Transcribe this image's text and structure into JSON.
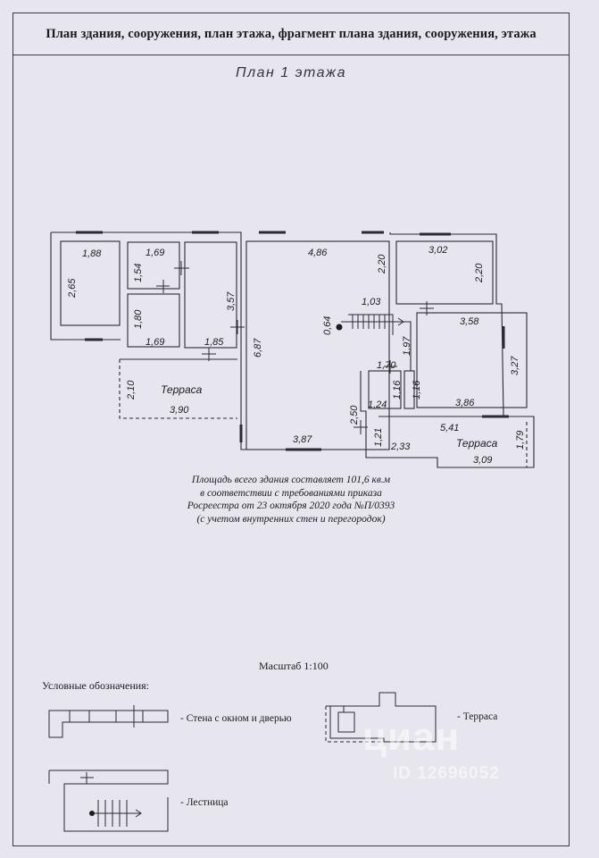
{
  "header": {
    "title": "План здания, сооружения, план этажа, фрагмент плана здания, сооружения, этажа"
  },
  "plan": {
    "subtitle": "План 1 этажа",
    "dimensions": {
      "d188": "1,88",
      "d265": "2,65",
      "d169a": "1,69",
      "d154": "1,54",
      "d180": "1,80",
      "d169b": "1,69",
      "d357": "3,57",
      "d185": "1,85",
      "d486": "4,86",
      "d220a": "2,20",
      "d103": "1,03",
      "d064": "0,64",
      "d687": "6,87",
      "d302": "3,02",
      "d220b": "2,20",
      "d358": "3,58",
      "d327": "3,27",
      "d197": "1,97",
      "d170": "1,70",
      "d116a": "1,16",
      "d116b": "1,16",
      "d124": "1,24",
      "d386": "3,86",
      "d250": "2,50",
      "d210": "2,10",
      "d390": "3,90",
      "d387": "3,87",
      "d121": "1,21",
      "d541": "5,41",
      "d233": "2,33",
      "d179": "1,79",
      "d309": "3,09"
    },
    "terrace_left": "Терраса",
    "terrace_right": "Терраса"
  },
  "area_note": [
    "Площадь всего здания составляет 101,6 кв.м",
    "в соответствии с требованиями приказа",
    "Росреестра от 23 октября 2020 года №П/0393",
    "(с учетом внутренних стен и перегородок)"
  ],
  "scale": "Масштаб 1:100",
  "legend": {
    "title": "Условные обозначения:",
    "wall": "- Стена с окном и дверью",
    "terrace": "- Терраса",
    "stairs": "- Лестница"
  },
  "watermark": {
    "brand": "циан",
    "id": "ID 12696052"
  }
}
